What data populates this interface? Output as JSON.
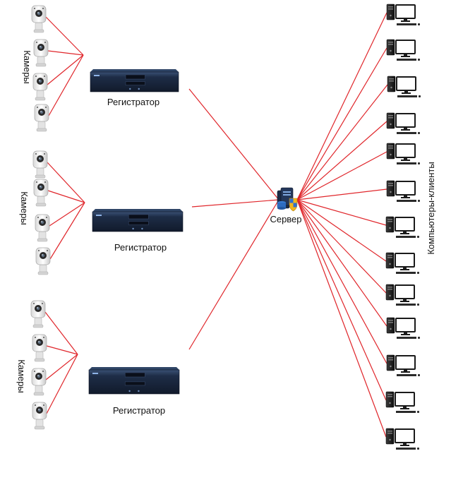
{
  "labels": {
    "cameras": "Камеры",
    "recorder": "Регистратор",
    "server": "Сервер",
    "clients": "Компьютеры-клиенты"
  },
  "colors": {
    "link": "#e0262b",
    "device": "#1c2a44",
    "device_top": "#2f4566"
  },
  "groups": [
    {
      "camera_count": 4
    },
    {
      "camera_count": 4
    },
    {
      "camera_count": 4
    }
  ],
  "client_count": 13
}
